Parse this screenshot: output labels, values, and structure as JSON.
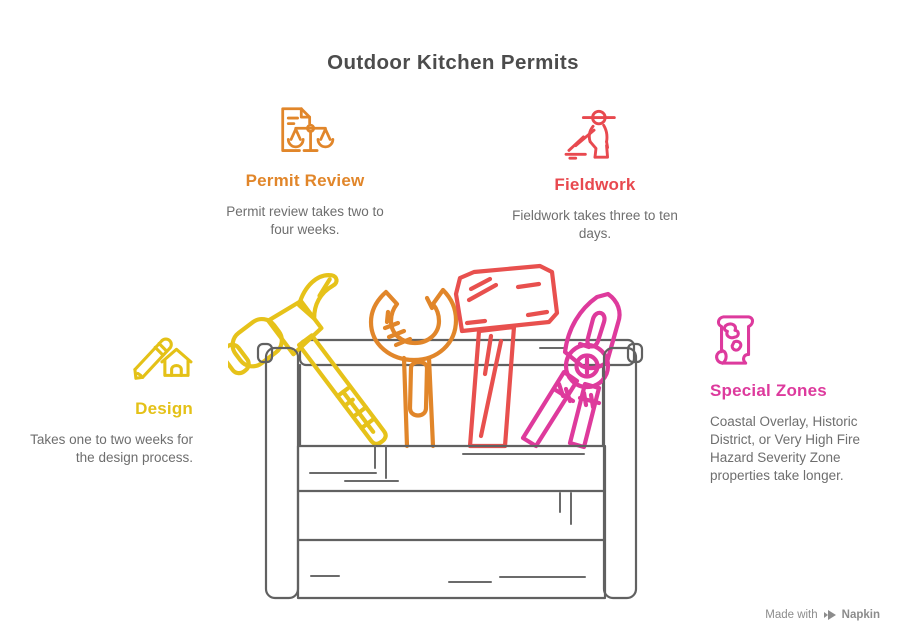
{
  "title": "Outdoor Kitchen Permits",
  "sections": {
    "permit_review": {
      "label": "Permit Review",
      "description": "Permit review takes two to four weeks.",
      "color": "#E1862A",
      "icon": "document-scales-icon"
    },
    "fieldwork": {
      "label": "Fieldwork",
      "description": "Fieldwork takes three to ten days.",
      "color": "#E8494F",
      "icon": "field-worker-icon"
    },
    "design": {
      "label": "Design",
      "description": "Takes one to two weeks for the design process.",
      "color": "#E4C117",
      "icon": "pencil-house-icon"
    },
    "special_zones": {
      "label": "Special Zones",
      "description": "Coastal Overlay, Historic District, or Very High Fire Hazard Severity Zone properties take longer.",
      "color": "#DD3A9D",
      "icon": "zones-scroll-icon"
    }
  },
  "illustration": {
    "name": "toolbox-with-tools",
    "toolbox_color": "#616161",
    "tools": [
      {
        "name": "claw-hammer",
        "color": "#E6C21A"
      },
      {
        "name": "open-end-wrench",
        "color": "#E1862A"
      },
      {
        "name": "mallet",
        "color": "#E8504E"
      },
      {
        "name": "pliers",
        "color": "#DE3A9C"
      }
    ]
  },
  "watermark": {
    "prefix": "Made with",
    "brand": "Napkin",
    "color": "#8C8C8C"
  }
}
